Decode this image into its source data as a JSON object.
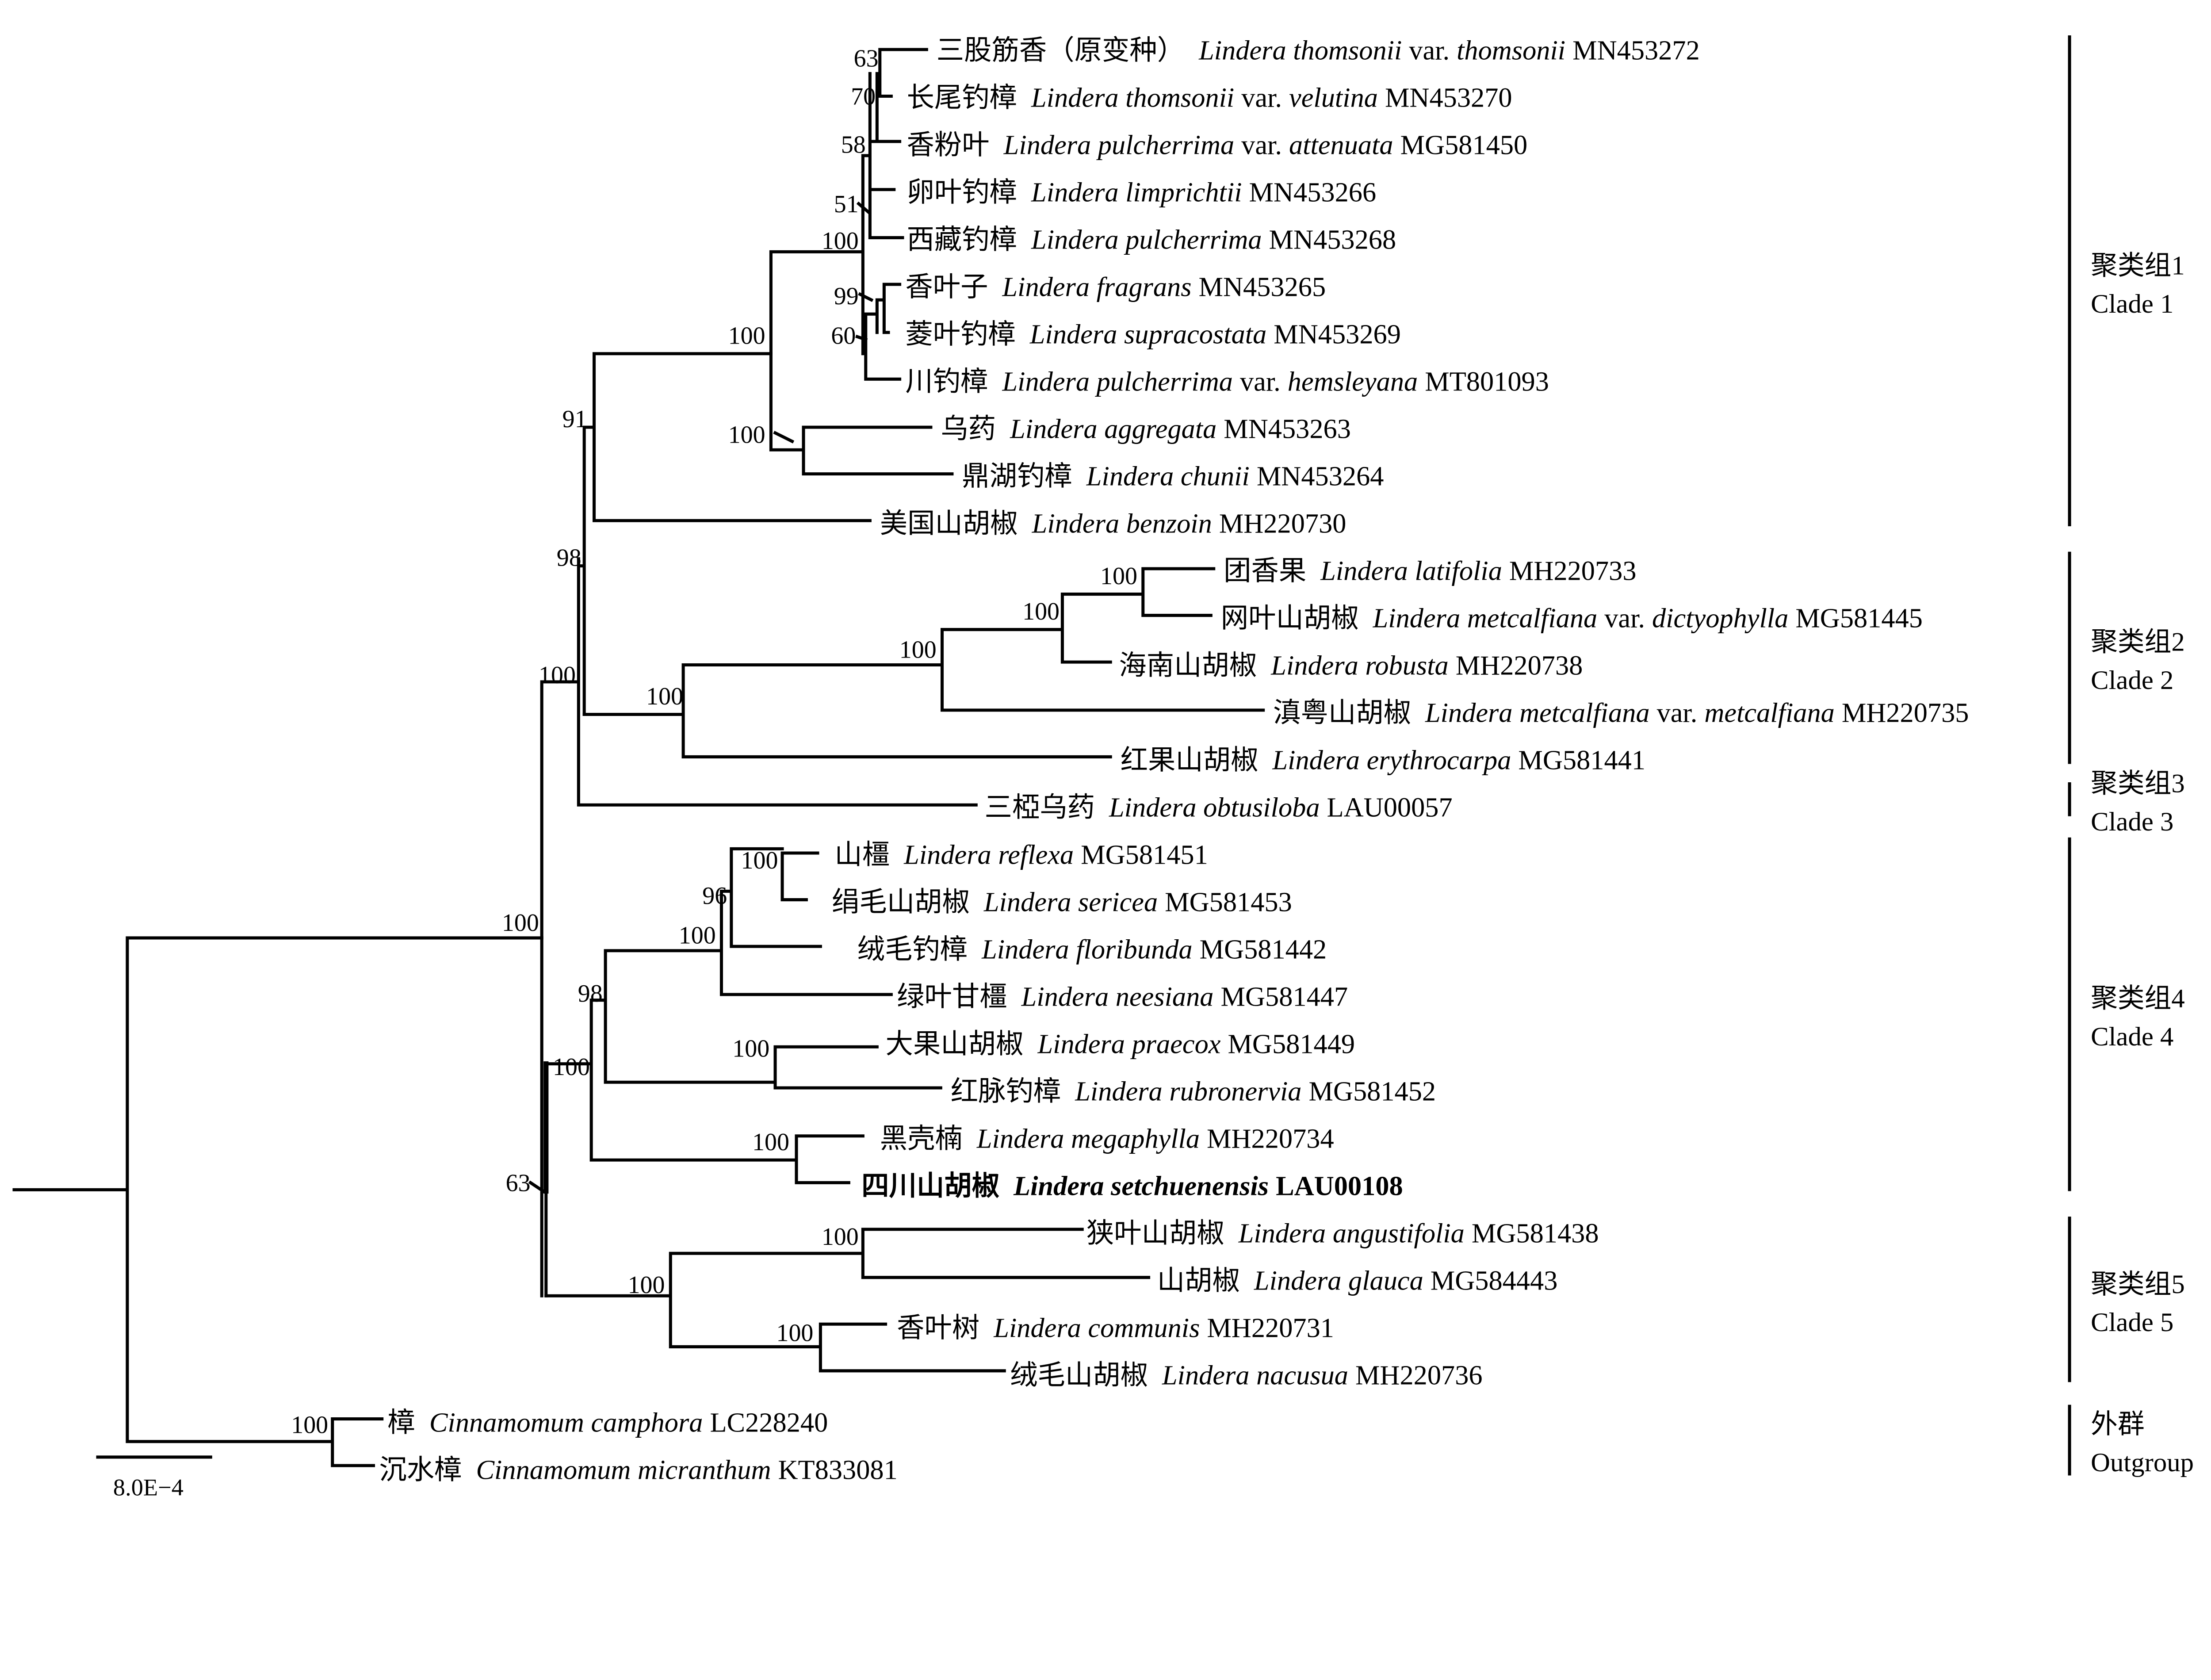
{
  "leaves": [
    {
      "cn": "三股筋香（原变种）",
      "sp": "Lindera thomsonii",
      "var": "var.",
      "infra": "thomsonii",
      "acc": "MN453272"
    },
    {
      "cn": "长尾钓樟",
      "sp": "Lindera thomsonii",
      "var": "var.",
      "infra": "velutina",
      "acc": "MN453270"
    },
    {
      "cn": "香粉叶",
      "sp": "Lindera pulcherrima",
      "var": "var.",
      "infra": "attenuata",
      "acc": "MG581450"
    },
    {
      "cn": "卵叶钓樟",
      "sp": "Lindera limprichtii",
      "acc": "MN453266"
    },
    {
      "cn": "西藏钓樟",
      "sp": "Lindera pulcherrima",
      "acc": "MN453268"
    },
    {
      "cn": "香叶子",
      "sp": "Lindera fragrans",
      "acc": "MN453265"
    },
    {
      "cn": "菱叶钓樟",
      "sp": "Lindera supracostata",
      "acc": "MN453269"
    },
    {
      "cn": "川钓樟",
      "sp": "Lindera pulcherrima",
      "var": "var.",
      "infra": "hemsleyana",
      "acc": "MT801093"
    },
    {
      "cn": "乌药",
      "sp": "Lindera aggregata",
      "acc": "MN453263"
    },
    {
      "cn": "鼎湖钓樟",
      "sp": "Lindera chunii",
      "acc": "MN453264"
    },
    {
      "cn": "美国山胡椒",
      "sp": "Lindera benzoin",
      "acc": "MH220730"
    },
    {
      "cn": "团香果",
      "sp": "Lindera latifolia",
      "acc": "MH220733"
    },
    {
      "cn": "网叶山胡椒",
      "sp": "Lindera metcalfiana",
      "var": "var.",
      "infra": "dictyophylla",
      "acc": "MG581445"
    },
    {
      "cn": "海南山胡椒",
      "sp": "Lindera robusta",
      "acc": "MH220738"
    },
    {
      "cn": "滇粤山胡椒",
      "sp": "Lindera metcalfiana",
      "var": "var.",
      "infra": "metcalfiana",
      "acc": "MH220735"
    },
    {
      "cn": "红果山胡椒",
      "sp": "Lindera erythrocarpa",
      "acc": "MG581441"
    },
    {
      "cn": "三椏乌药",
      "sp": "Lindera obtusiloba",
      "acc": "LAU00057"
    },
    {
      "cn": "山橿",
      "sp": "Lindera reflexa",
      "acc": "MG581451"
    },
    {
      "cn": "绢毛山胡椒",
      "sp": "Lindera sericea",
      "acc": "MG581453"
    },
    {
      "cn": "绒毛钓樟",
      "sp": "Lindera floribunda",
      "acc": "MG581442"
    },
    {
      "cn": "绿叶甘橿",
      "sp": "Lindera neesiana",
      "acc": "MG581447"
    },
    {
      "cn": "大果山胡椒",
      "sp": "Lindera praecox",
      "acc": "MG581449"
    },
    {
      "cn": "红脉钓樟",
      "sp": "Lindera rubronervia",
      "acc": "MG581452"
    },
    {
      "cn": "黑壳楠",
      "sp": "Lindera megaphylla",
      "acc": "MH220734"
    },
    {
      "cn": "四川山胡椒",
      "sp": "Lindera setchuenensis",
      "acc": "LAU00108",
      "bold": true
    },
    {
      "cn": "狭叶山胡椒",
      "sp": "Lindera angustifolia",
      "acc": "MG581438"
    },
    {
      "cn": "山胡椒",
      "sp": "Lindera glauca",
      "acc": "MG584443"
    },
    {
      "cn": "香叶树",
      "sp": "Lindera communis",
      "acc": "MH220731"
    },
    {
      "cn": "绒毛山胡椒",
      "sp": "Lindera nacusua",
      "acc": "MH220736"
    },
    {
      "cn": "樟",
      "sp": "Cinnamomum camphora",
      "acc": "LC228240"
    },
    {
      "cn": "沉水樟",
      "sp": "Cinnamomum micranthum",
      "acc": "KT833081"
    }
  ],
  "bootstrap": [
    "63",
    "70",
    "58",
    "51",
    "100",
    "99",
    "60",
    "100",
    "91",
    "100",
    "98",
    "100",
    "100",
    "100",
    "100",
    "100",
    "100",
    "100",
    "96",
    "100",
    "98",
    "100",
    "100",
    "100",
    "63",
    "100",
    "100",
    "100",
    "100"
  ],
  "clades": [
    {
      "cn": "聚类组1",
      "en": "Clade 1"
    },
    {
      "cn": "聚类组2",
      "en": "Clade 2"
    },
    {
      "cn": "聚类组3",
      "en": "Clade 3"
    },
    {
      "cn": "聚类组4",
      "en": "Clade 4"
    },
    {
      "cn": "聚类组5",
      "en": "Clade 5"
    },
    {
      "cn": "外群",
      "en": "Outgroup"
    }
  ],
  "scale_bar": "8.0E−4"
}
